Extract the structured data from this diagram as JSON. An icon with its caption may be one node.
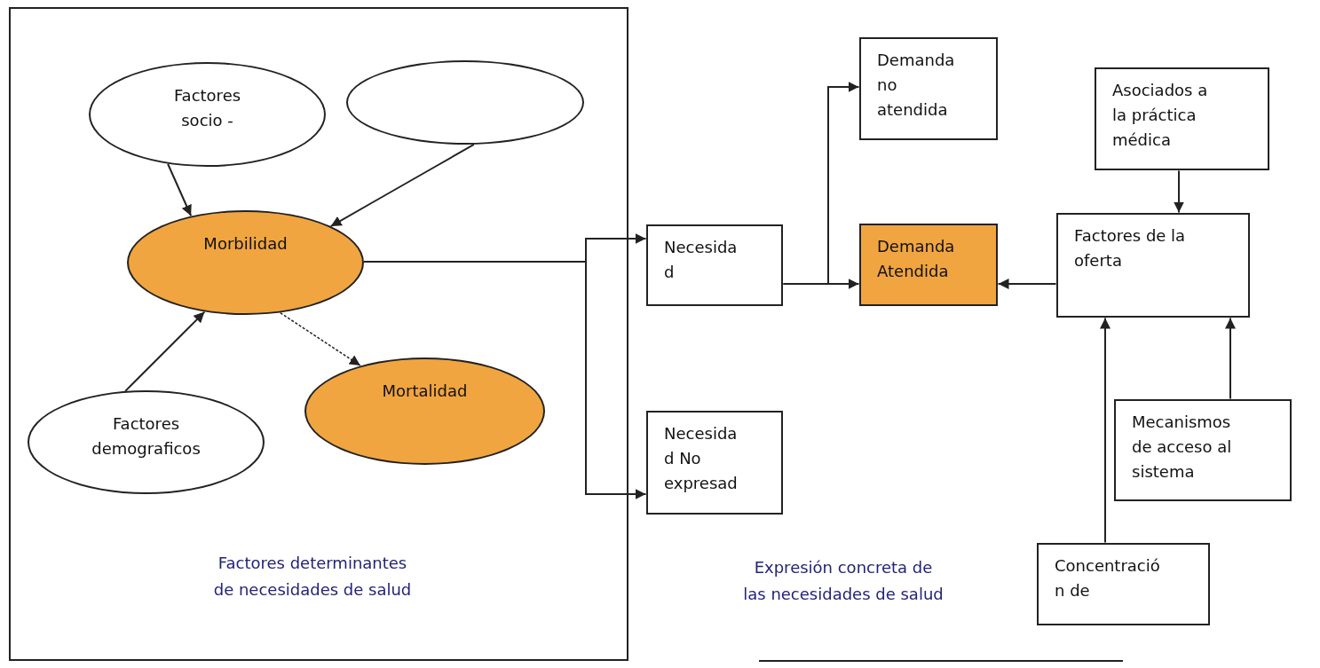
{
  "diagram": {
    "nodes": [
      {
        "text": [
          "Factores determinantes de necesidades de salud"
        ]
      },
      {
        "text": [
          "Factores socio -"
        ],
        "in": 0
      },
      {
        "text": [],
        "shape": "circle",
        "in": 0
      },
      {
        "text": [
          "Morbilidad"
        ],
        "in": 0
      },
      {
        "text": [
          "Mortalidad"
        ],
        "in": 0
      },
      {
        "text": [
          "Factores demograficos"
        ],
        "in": 0
      },
      {
        "text": [
          "Necesida d"
        ]
      },
      {
        "text": [
          "Necesida d No expresad"
        ]
      },
      {
        "text": [
          "Demanda no atendida"
        ]
      },
      {
        "text": [
          "Demanda Atendida"
        ]
      },
      {
        "text": [
          "Asociados a la práctica médica"
        ]
      },
      {
        "text": [
          "Factores de la oferta"
        ]
      },
      {
        "text": [
          "Mecanismos de acceso al sistema"
        ]
      },
      {
        "text": [
          "Concentració n de"
        ]
      }
    ],
    "edges": [
      {
        "from": 1,
        "to": 3,
        "arrow": "to"
      },
      {
        "from": 2,
        "to": 3,
        "arrow": "to"
      },
      {
        "from": 5,
        "to": 3,
        "arrow": "to"
      },
      {
        "from": 3,
        "to": 4,
        "arrow": "to",
        "style": "dashed"
      },
      {
        "from": 3,
        "to": 6,
        "arrow": "to"
      },
      {
        "from": 3,
        "to": 7,
        "arrow": "to"
      },
      {
        "from": 6,
        "to": 8,
        "arrow": "to"
      },
      {
        "from": 6,
        "to": 9,
        "arrow": "to"
      },
      {
        "from": 11,
        "to": 9,
        "arrow": "to"
      },
      {
        "from": 10,
        "to": 11,
        "arrow": "to"
      },
      {
        "from": 12,
        "to": 11,
        "arrow": "to"
      },
      {
        "from": 13,
        "to": 11,
        "arrow": "to"
      }
    ],
    "labels": [
      "Expresión concreta de las necesidades de salud"
    ]
  }
}
